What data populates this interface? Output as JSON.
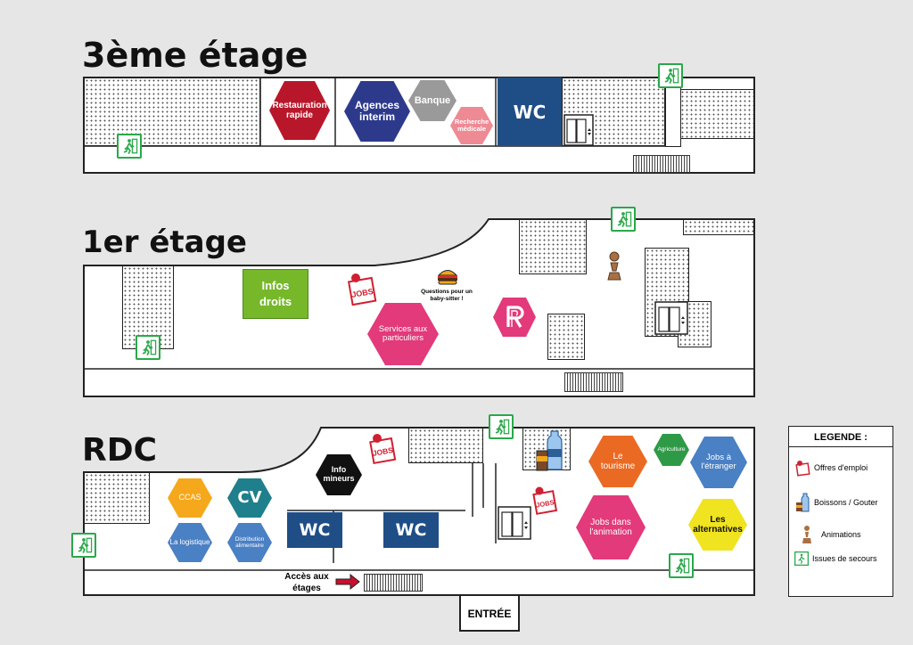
{
  "floors": {
    "third": {
      "title": "3ème étage",
      "restauration": "Restauration rapide",
      "agences": "Agences interim",
      "banque": "Banque",
      "recherche": "Recherche médicale",
      "wc": "WC"
    },
    "first": {
      "title": "1er étage",
      "infos_droits": "Infos droits",
      "services": "Services aux particuliers",
      "babysitter": "Questions pour un baby-sitter !",
      "jobs": "JOBS"
    },
    "rdc": {
      "title": "RDC",
      "ccas": "CCAS",
      "cv": "CV",
      "logistique": "La logistique",
      "distribution": "Distribution alimentaire",
      "info_mineurs": "Info mineurs",
      "wc": "WC",
      "tourisme": "Le tourisme",
      "agriculture": "Agriculture",
      "etranger": "Jobs à l'étranger",
      "animation": "Jobs dans l'animation",
      "alternatives": "Les alternatives",
      "acces": "Accès aux étages",
      "entree": "ENTRÉE",
      "jobs": "JOBS"
    }
  },
  "legend": {
    "title": "LEGENDE :",
    "items": [
      {
        "label": "Offres d'emploi",
        "icon": "job-offer-icon"
      },
      {
        "label": "Boissons / Gouter",
        "icon": "drinks-icon"
      },
      {
        "label": "Animations",
        "icon": "chess-pawn-icon"
      },
      {
        "label": "Issues de secours",
        "icon": "emergency-exit-icon"
      }
    ]
  },
  "colors": {
    "red": "#b8172b",
    "navy": "#2d3a8c",
    "grey": "#9a9a9a",
    "pink": "#ee8a94",
    "wc": "#1f4e86",
    "green": "#76b82a",
    "magenta": "#e23a7a",
    "yellow": "#f5a81c",
    "teal": "#1f7f8c",
    "blue": "#4a80c4",
    "orange": "#ea6a24",
    "darkgreen": "#2f9a46",
    "brightyellow": "#f0e320",
    "exit": "#2aa84a"
  }
}
